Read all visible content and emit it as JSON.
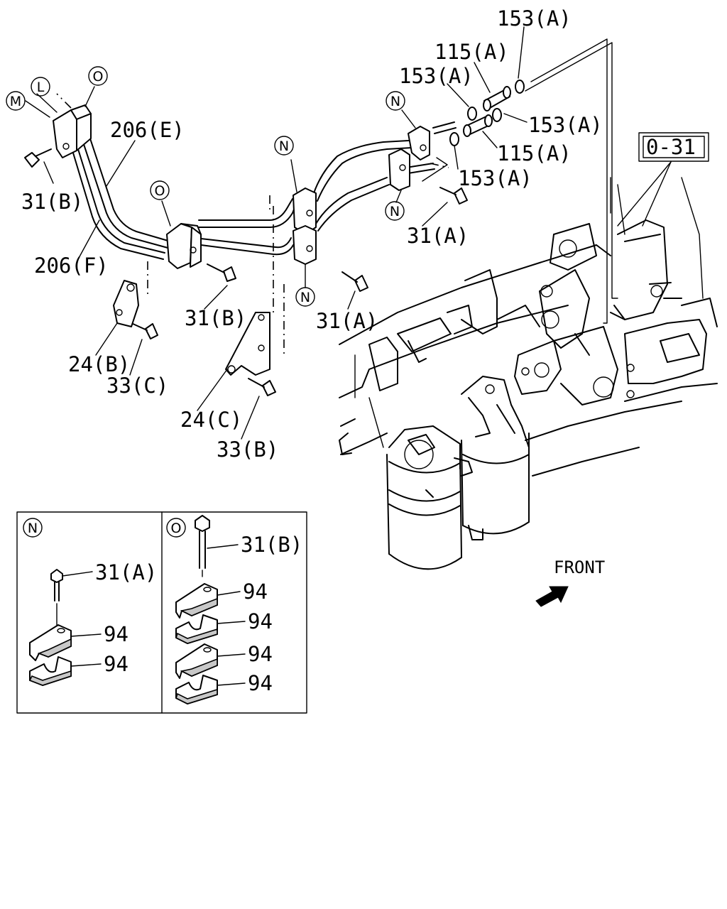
{
  "diagram": {
    "callouts": {
      "c153a_top": "153(A)",
      "c115a_top": "115(A)",
      "c153a_left": "153(A)",
      "c153a_right": "153(A)",
      "c115a_mid": "115(A)",
      "c153a_bot": "153(A)",
      "c206e": "206(E)",
      "c206f": "206(F)",
      "c31b_top": "31(B)",
      "c31b_mid": "31(B)",
      "c31a_right": "31(A)",
      "c31a_mid": "31(A)",
      "c24b": "24(B)",
      "c33c": "33(C)",
      "c24c": "24(C)",
      "c33b": "33(B)",
      "ref_box": "0-31",
      "front": "FRONT"
    },
    "markers": {
      "m": "M",
      "l": "L",
      "o_top": "O",
      "o_mid": "O",
      "n_top": "N",
      "n_mid": "N",
      "n_right_top": "N",
      "n_right_bot": "N"
    },
    "detail_n": {
      "marker": "N",
      "bolt_label": "31(A)",
      "clamp_upper": "94",
      "clamp_lower": "94"
    },
    "detail_o": {
      "marker": "O",
      "bolt_label": "31(B)",
      "clamp_1": "94",
      "clamp_2": "94",
      "clamp_3": "94",
      "clamp_4": "94"
    }
  }
}
